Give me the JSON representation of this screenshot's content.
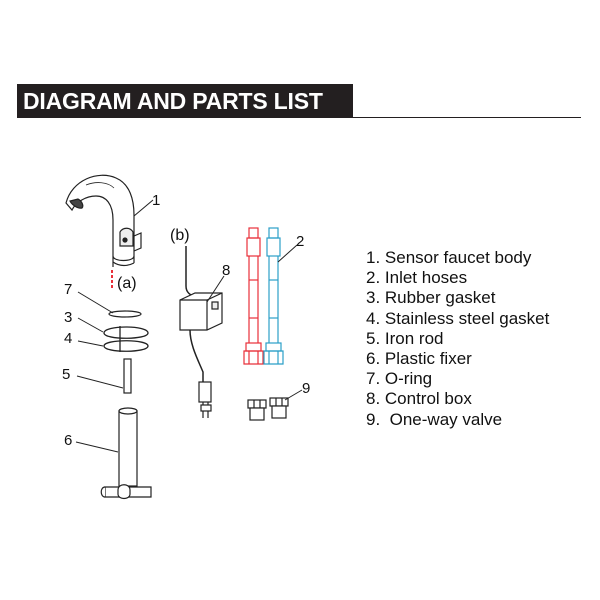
{
  "header": {
    "title": "DIAGRAM AND PARTS LIST"
  },
  "colors": {
    "header_bg": "#231f20",
    "hot_hose": "#e8303a",
    "cold_hose": "#2b9fc8",
    "line": "#222222"
  },
  "callouts": {
    "c1": "1",
    "c2": "2",
    "c3": "3",
    "c4": "4",
    "c5": "5",
    "c6": "6",
    "c7": "7",
    "c8": "8",
    "c9": "9",
    "a": "(a)",
    "b": "(b)"
  },
  "parts": [
    "1. Sensor faucet body",
    "2. Inlet hoses",
    "3. Rubber gasket",
    "4. Stainless steel gasket",
    "5. Iron rod",
    "6. Plastic fixer",
    "7. O-ring",
    "8. Control box",
    "9.  One-way valve"
  ]
}
